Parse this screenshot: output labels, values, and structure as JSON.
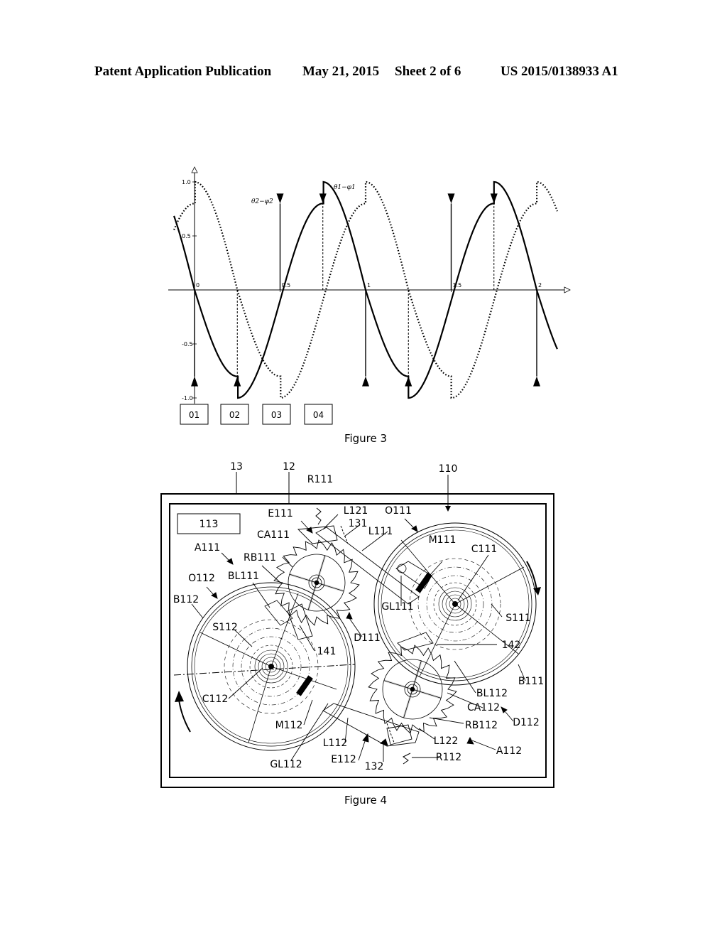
{
  "header": {
    "left": "Patent Application Publication",
    "date": "May 21, 2015",
    "sheet": "Sheet 2 of 6",
    "number": "US 2015/0138933 A1"
  },
  "figure3": {
    "caption": "Figure 3",
    "boxes": [
      "01",
      "02",
      "03",
      "04"
    ],
    "chart_data": {
      "type": "line",
      "x_ticks": [
        "0",
        "0.5",
        "1",
        "1.5",
        "2"
      ],
      "y_ticks": [
        "1.0",
        "0.5",
        "-0.5",
        "-1.0"
      ],
      "xlim": [
        -0.12,
        2.12
      ],
      "ylim": [
        -1.0,
        1.0
      ],
      "series": [
        {
          "name": "θ1−φ1",
          "style": "solid",
          "period": 1.0,
          "phase": 0.0,
          "amplitude": 0.8
        },
        {
          "name": "θ2−φ2",
          "style": "dotted",
          "period": 1.0,
          "phase": 0.25,
          "amplitude": 0.8
        }
      ]
    }
  },
  "figure4": {
    "caption": "Figure 4",
    "box_label": "113",
    "labels": {
      "n13": "13",
      "n12": "12",
      "n110": "110",
      "R111": "R111",
      "E111": "E111",
      "L121": "L121",
      "O111": "O111",
      "n131": "131",
      "L111": "L111",
      "CA111": "CA111",
      "A111": "A111",
      "M111": "M111",
      "C111": "C111",
      "RB111": "RB111",
      "O112": "O112",
      "BL111": "BL111",
      "B112": "B112",
      "GL111": "GL111",
      "S111": "S111",
      "S112": "S112",
      "D111": "D111",
      "n141": "141",
      "n142": "142",
      "C112": "C112",
      "B111": "B111",
      "BL112": "BL112",
      "CA112": "CA112",
      "D112": "D112",
      "M112": "M112",
      "RB112": "RB112",
      "L112": "L112",
      "L122": "L122",
      "A112": "A112",
      "GL112": "GL112",
      "E112": "E112",
      "n132": "132",
      "R112": "R112"
    }
  }
}
